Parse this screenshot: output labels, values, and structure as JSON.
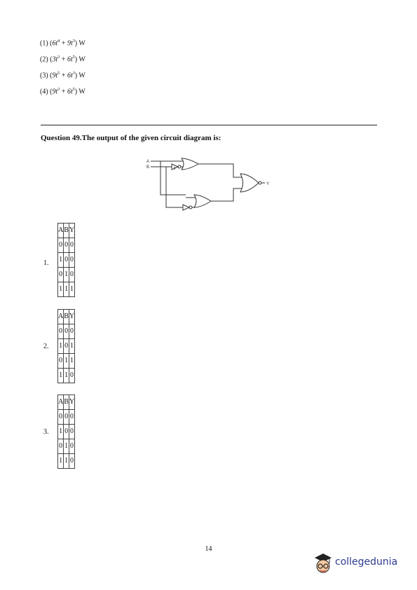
{
  "options": [
    {
      "num": "(1)",
      "a": "6t",
      "ae": "4",
      "b": "9t",
      "be": "3",
      "unit": "W"
    },
    {
      "num": "(2)",
      "a": "3t",
      "ae": "3",
      "b": "6t",
      "be": "5",
      "unit": "W"
    },
    {
      "num": "(3)",
      "a": "9t",
      "ae": "5",
      "b": "6t",
      "be": "3",
      "unit": "W"
    },
    {
      "num": "(4)",
      "a": "9t",
      "ae": "3",
      "b": "6t",
      "be": "5",
      "unit": "W"
    }
  ],
  "question": {
    "title": "Question 49.The output of the given circuit diagram is:"
  },
  "circuit": {
    "label_a": "A",
    "label_b": "B",
    "label_y": "Y"
  },
  "tables": [
    {
      "num": "1.",
      "header": [
        "A",
        "B",
        "Y"
      ],
      "rows": [
        [
          "0",
          "0",
          "0"
        ],
        [
          "1",
          "0",
          "0"
        ],
        [
          "0",
          "1",
          "0"
        ],
        [
          "1",
          "1",
          "1"
        ]
      ]
    },
    {
      "num": "2.",
      "header": [
        "A",
        "B",
        "Y"
      ],
      "rows": [
        [
          "0",
          "0",
          "0"
        ],
        [
          "1",
          "0",
          "1"
        ],
        [
          "0",
          "1",
          "1"
        ],
        [
          "1",
          "1",
          "0"
        ]
      ]
    },
    {
      "num": "3.",
      "header": [
        "A",
        "B",
        "Y"
      ],
      "rows": [
        [
          "0",
          "0",
          "0"
        ],
        [
          "1",
          "0",
          "0"
        ],
        [
          "0",
          "1",
          "0"
        ],
        [
          "1",
          "1",
          "0"
        ]
      ]
    }
  ],
  "footer": {
    "page_number": "14",
    "brand": "collegedunia"
  }
}
